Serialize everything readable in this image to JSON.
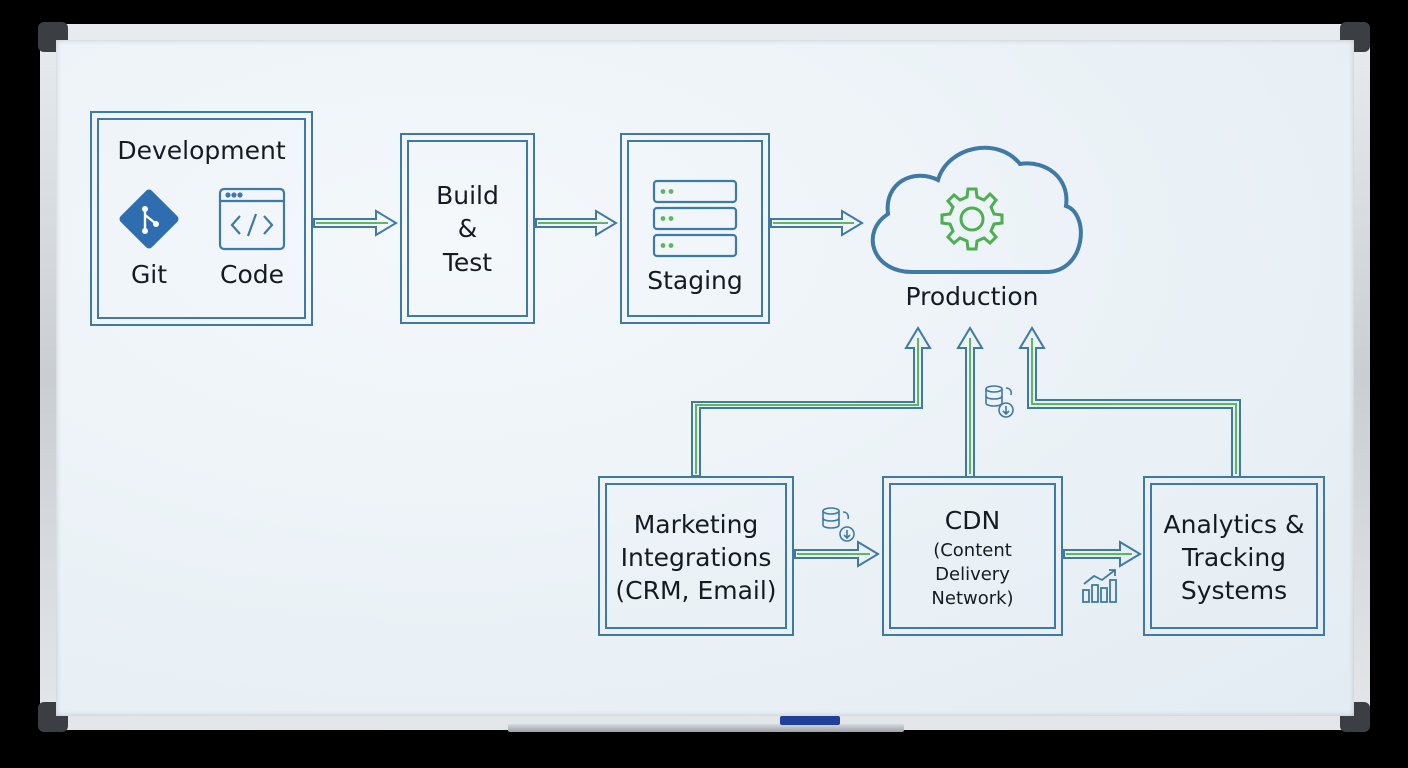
{
  "nodes": {
    "development": {
      "title": "Development",
      "git_label": "Git",
      "code_label": "Code"
    },
    "build_test": {
      "line1": "Build",
      "line2": "&",
      "line3": "Test"
    },
    "staging": {
      "title": "Staging"
    },
    "production": {
      "title": "Production"
    },
    "marketing": {
      "line1": "Marketing",
      "line2": "Integrations",
      "line3": "(CRM, Email)"
    },
    "cdn": {
      "title": "CDN",
      "line1": "(Content",
      "line2": "Delivery",
      "line3": "Network)"
    },
    "analytics": {
      "line1": "Analytics &",
      "line2": "Tracking",
      "line3": "Systems"
    }
  },
  "icons": {
    "git": "git-icon",
    "code": "code-window-icon",
    "staging": "server-stack-icon",
    "production": "cloud-gear-icon",
    "data_sync": "database-sync-icon",
    "analytics": "bar-chart-trend-icon"
  },
  "colors": {
    "box_stroke": "#3f7aa5",
    "arrow_blue": "#3f7aa5",
    "arrow_green": "#5cb85c",
    "gear_green": "#4caf50",
    "git_blue": "#2f6db1",
    "text": "#151b22"
  }
}
